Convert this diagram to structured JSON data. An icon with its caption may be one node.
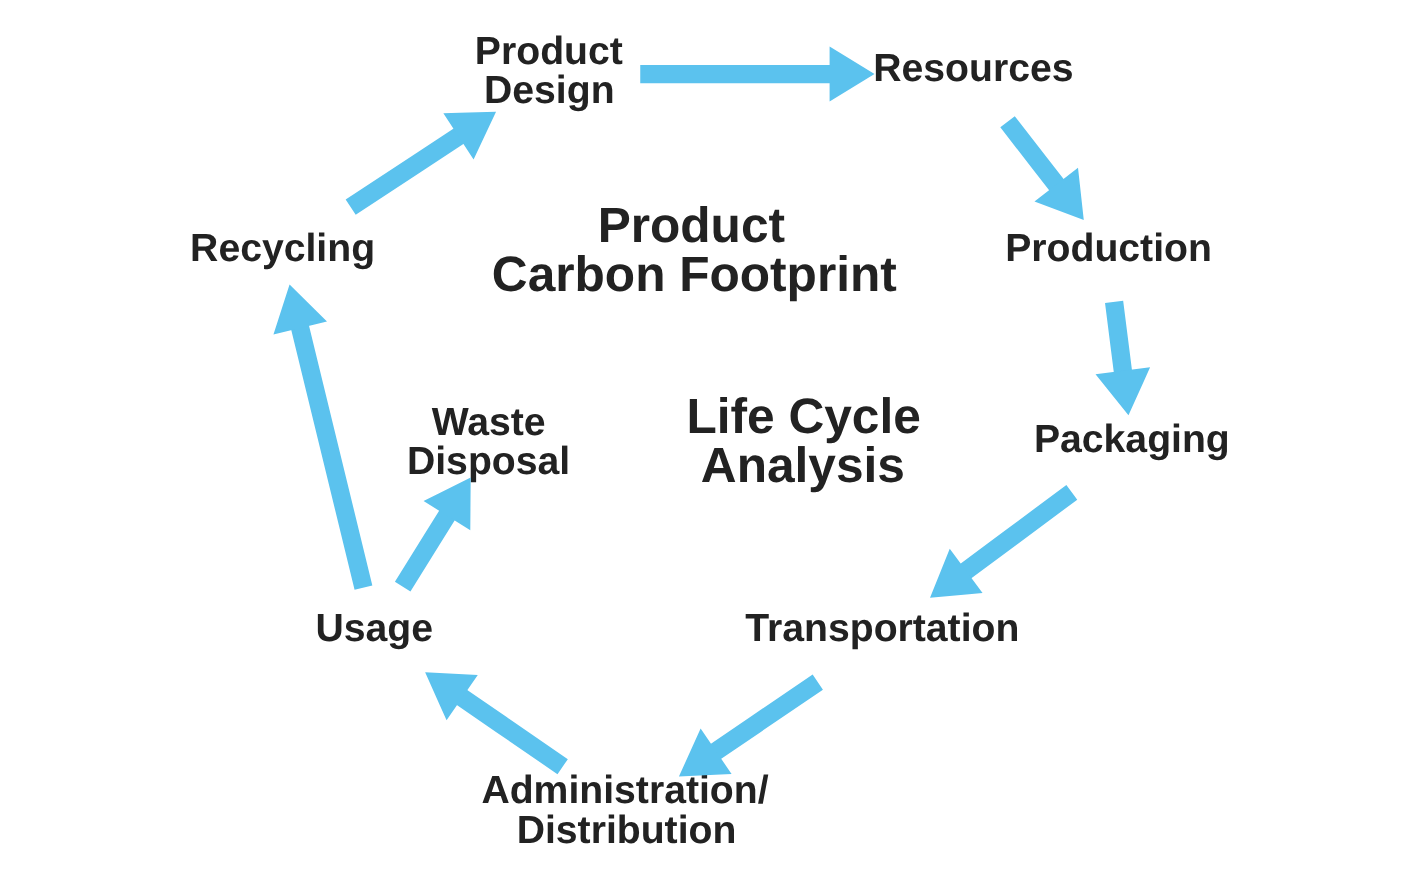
{
  "diagram": {
    "nodes": [
      {
        "text": [
          "Product Design"
        ]
      },
      {
        "text": [
          "Resources"
        ]
      },
      {
        "text": [
          "Production"
        ]
      },
      {
        "text": [
          "Packaging"
        ]
      },
      {
        "text": [
          "Transportation"
        ]
      },
      {
        "text": [
          "Administration/ Distribution"
        ]
      },
      {
        "text": [
          "Usage"
        ]
      },
      {
        "text": [
          "Waste Disposal"
        ]
      },
      {
        "text": [
          "Recycling"
        ]
      }
    ],
    "edges": [
      {
        "from": 0,
        "to": 1,
        "arrow": "to"
      },
      {
        "from": 1,
        "to": 2,
        "arrow": "to"
      },
      {
        "from": 2,
        "to": 3,
        "arrow": "to"
      },
      {
        "from": 3,
        "to": 4,
        "arrow": "to"
      },
      {
        "from": 4,
        "to": 5,
        "arrow": "to"
      },
      {
        "from": 5,
        "to": 6,
        "arrow": "to"
      },
      {
        "from": 6,
        "to": 8,
        "arrow": "to"
      },
      {
        "from": 8,
        "to": 0,
        "arrow": "to"
      },
      {
        "from": 6,
        "to": 7,
        "arrow": "to"
      }
    ],
    "labels": [
      "Product Carbon Footprint",
      "Life Cycle Analysis"
    ]
  }
}
